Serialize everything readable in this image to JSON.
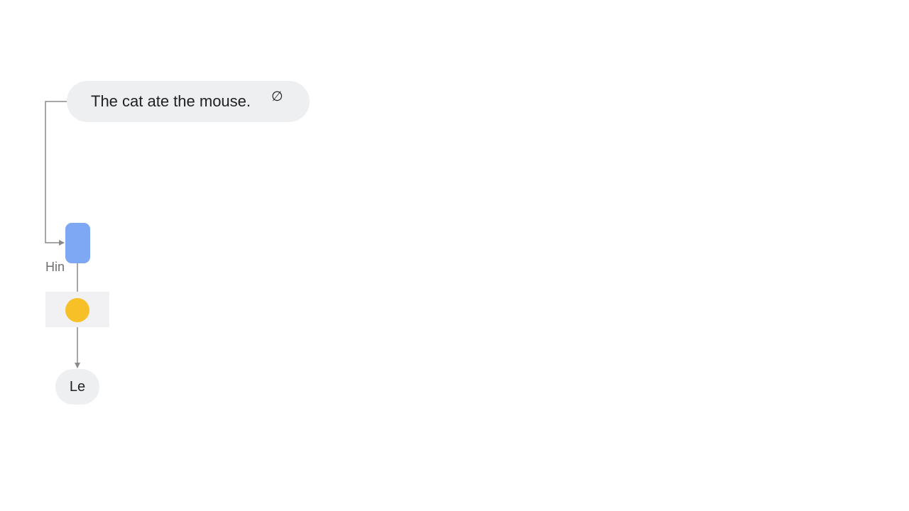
{
  "diagram": {
    "sentence": "The cat ate the mouse.",
    "sentence_suffix_symbol": "∅",
    "encoder_output_label": "Hin",
    "loss_label": "Le"
  },
  "colors": {
    "pill_background": "#eeeff1",
    "encoder_block": "#7ea8f4",
    "pool_node": "#f6c026",
    "pool_band": "#f1f1f3",
    "connector": "#8a8a8a",
    "text_dark": "#202124",
    "text_muted": "#6f6f6f"
  }
}
